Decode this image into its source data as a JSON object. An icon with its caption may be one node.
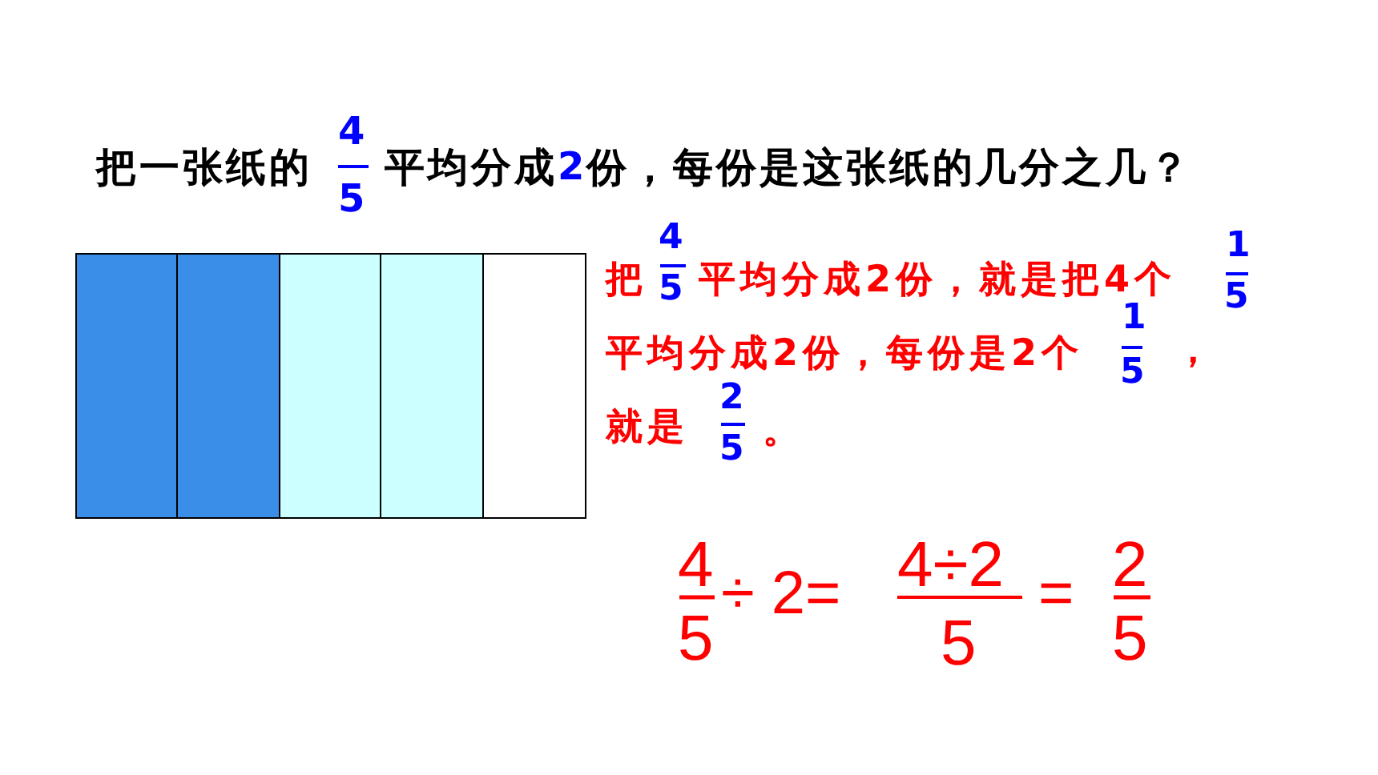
{
  "diagram": {
    "nodes": [
      {
        "text": [],
        "shape": "box"
      },
      {
        "text": [],
        "shape": "box"
      },
      {
        "text": [],
        "shape": "box"
      },
      {
        "text": [],
        "shape": "box"
      },
      {
        "text": [],
        "shape": "box"
      }
    ],
    "labels": [
      "把一张纸的",
      "4",
      "5",
      "平均分成",
      "2",
      "份，每份是这张纸的几分之几？",
      "把",
      "4",
      "5",
      "平均分成2份，就是把4个",
      "1",
      "5",
      "平均分成2份，每份是2个",
      "1",
      "5",
      "，",
      "就是",
      "2",
      "5",
      "。",
      "4",
      "5",
      "÷ 2=",
      "4÷2",
      "5",
      "=",
      "2",
      "5"
    ]
  }
}
